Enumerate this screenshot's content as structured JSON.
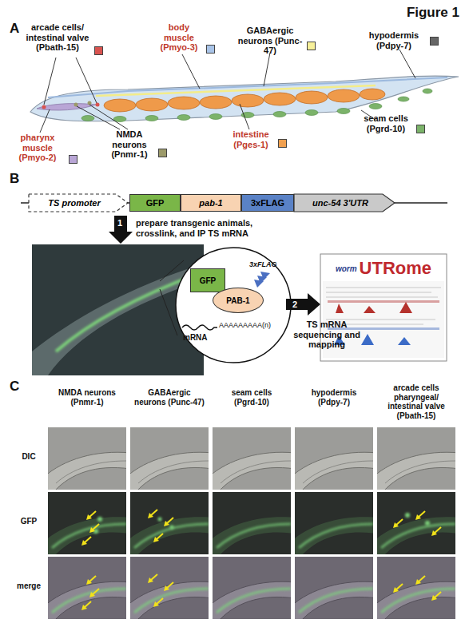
{
  "diagram": {
    "title": "Figure 1",
    "nodes": [
      {
        "text": [
          "TS promoter"
        ]
      },
      {
        "text": [
          "GFP"
        ]
      },
      {
        "text": [
          "pab-1"
        ]
      },
      {
        "text": [
          "3xFLAG"
        ]
      },
      {
        "text": [
          "unc-54 3'UTR"
        ]
      },
      {
        "text": [
          "GFP"
        ]
      },
      {
        "text": [
          "PAB-1"
        ]
      },
      {
        "text": [
          "worm",
          "UTRome"
        ]
      }
    ],
    "labels": [
      "A",
      "B",
      "1",
      "prepare transgenic animals, crosslink, and IP TS mRNA",
      "3xFLAG",
      "mRNA",
      "AAAAAAAAA(n)",
      "2",
      "TS mRNA sequencing and mapping",
      "C",
      "NMDA neurons (Pnmr-1)",
      "GABAergic neurons (Punc-47)",
      "seam cells (Pgrd-10)",
      "hypodermis (Pdpy-7)",
      "arcade cells pharyngeal/ intestinal valve (Pbath-15)",
      "DIC",
      "GFP",
      "merge"
    ],
    "legend": [
      {
        "text": "arcade cells/ intestinal valve (Pbath-15)",
        "color": "#d9534f"
      },
      {
        "text": "body muscle (Pmyo-3)",
        "color": "#a9c4e8"
      },
      {
        "text": "GABAergic neurons (Punc-47)",
        "color": "#f7f09a"
      },
      {
        "text": "hypodermis (Pdpy-7)",
        "color": "#666666"
      },
      {
        "text": "pharynx muscle (Pmyo-2)",
        "color": "#b9a6d6"
      },
      {
        "text": "NMDA neurons (Pnmr-1)",
        "color": "#9c9a6a"
      },
      {
        "text": "intestine (Pges-1)",
        "color": "#f0a050"
      },
      {
        "text": "seam cells (Pgrd-10)",
        "color": "#7cb36a"
      }
    ]
  }
}
